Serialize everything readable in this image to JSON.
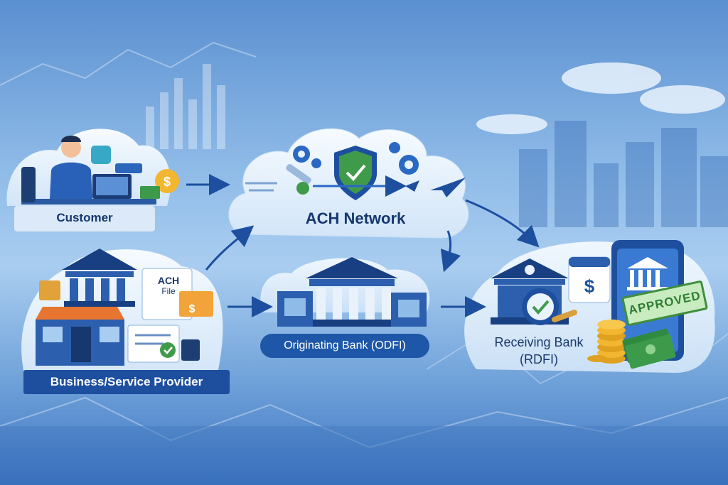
{
  "nodes": {
    "customer": {
      "label": "Customer"
    },
    "business": {
      "label": "Business/Service Provider",
      "file_badge_line1": "ACH",
      "file_badge_line2": "File"
    },
    "ach_network": {
      "label": "ACH Network"
    },
    "originating_bank": {
      "label": "Originating Bank (ODFI)"
    },
    "receiving_bank": {
      "label_line1": "Receiving Bank",
      "label_line2": "(RDFI)",
      "status_stamp": "APPROVED"
    }
  },
  "colors": {
    "primary_blue": "#1d4f9e",
    "dark_navy": "#16386f",
    "light_panel": "#dce9f8",
    "approved_green": "#3f8f3b",
    "coin_gold": "#f2b630",
    "money_green": "#3d9a4a"
  }
}
